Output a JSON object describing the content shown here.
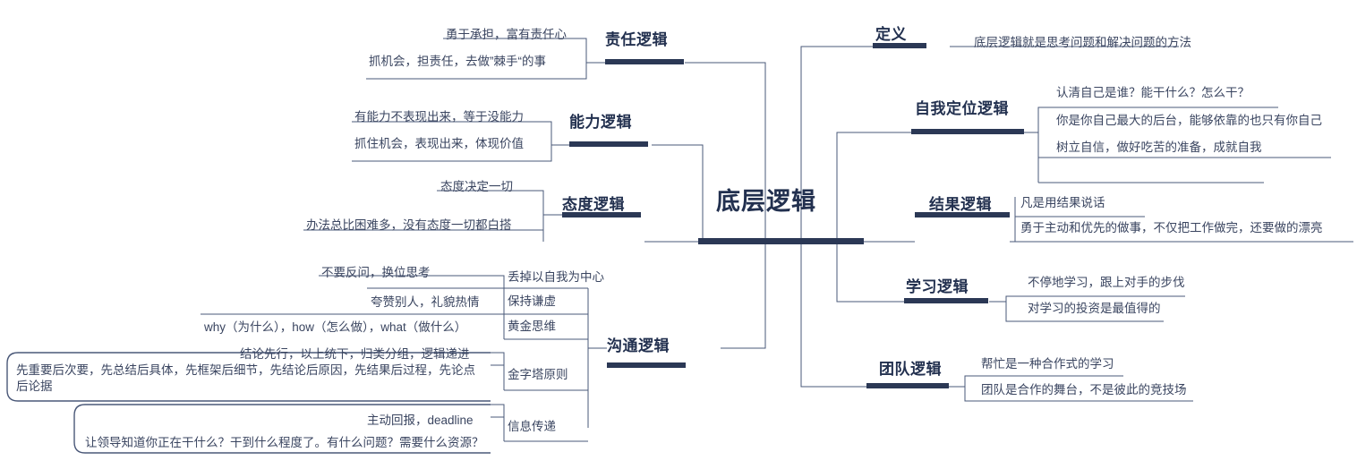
{
  "diagram": {
    "type": "mind-map",
    "title": "底层逻辑",
    "root": {
      "label": "底层逻辑"
    },
    "colors": {
      "node_text": "#22304f",
      "leaf_text": "#3a4560",
      "connector": "#3d4a6b",
      "accent_bar": "#2b3855",
      "background": "#ffffff"
    },
    "left_branches": [
      {
        "label": "责任逻辑",
        "leaves": [
          "勇于承担，富有责任心",
          "抓机会，担责任，去做”棘手“的事"
        ]
      },
      {
        "label": "能力逻辑",
        "leaves": [
          "有能力不表现出来，等于没能力",
          "抓住机会，表现出来，体现价值"
        ]
      },
      {
        "label": "态度逻辑",
        "leaves": [
          "态度决定一切",
          "办法总比困难多，没有态度一切都白搭"
        ]
      },
      {
        "label": "沟通逻辑",
        "subgroups": [
          {
            "label": "丢掉以自我为中心",
            "leaves": [
              "不要反问，换位思考"
            ]
          },
          {
            "label": "保持谦虚",
            "leaves": [
              "夸赞别人，礼貌热情"
            ]
          },
          {
            "label": "黄金思维",
            "leaves": [
              "why（为什么），how（怎么做），what（做什么）"
            ]
          },
          {
            "label": "金字塔原则",
            "leaves": [
              "结论先行，以上统下，归类分组，逻辑递进",
              "先重要后次要，先总结后具体，先框架后细节，先结论后原因，先结果后过程，先论点后论据"
            ]
          },
          {
            "label": "信息传递",
            "leaves": [
              "主动回报，deadline",
              "让领导知道你正在干什么？干到什么程度了。有什么问题？需要什么资源？"
            ]
          }
        ]
      }
    ],
    "right_branches": [
      {
        "label": "定义",
        "leaves": [
          "底层逻辑就是思考问题和解决问题的方法"
        ]
      },
      {
        "label": "自我定位逻辑",
        "leaves": [
          "认清自己是谁？能干什么？怎么干？",
          "你是你自己最大的后台，能够依靠的也只有你自己",
          "树立自信，做好吃苦的准备，成就自我"
        ]
      },
      {
        "label": "结果逻辑",
        "leaves": [
          "凡是用结果说话",
          "勇于主动和优先的做事，不仅把工作做完，还要做的漂亮"
        ]
      },
      {
        "label": "学习逻辑",
        "leaves": [
          "不停地学习，跟上对手的步伐",
          "对学习的投资是最值得的"
        ]
      },
      {
        "label": "团队逻辑",
        "leaves": [
          "帮忙是一种合作式的学习",
          "团队是合作的舞台，不是彼此的竞技场"
        ]
      }
    ]
  }
}
